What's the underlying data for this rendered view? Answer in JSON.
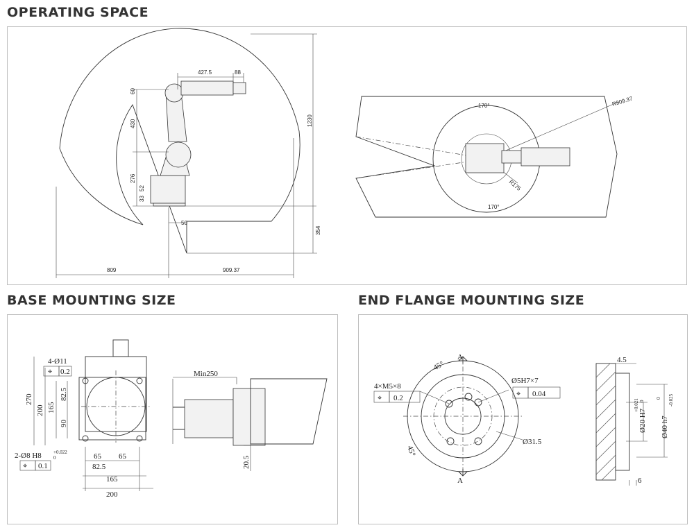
{
  "sections": {
    "operating_space": "OPERATING SPACE",
    "base_mounting": "BASE MOUNTING SIZE",
    "end_flange": "END FLANGE MOUNTING SIZE"
  },
  "operating_space": {
    "side_view": {
      "dim_427_5": "427.5",
      "dim_88": "88",
      "dim_60": "60",
      "dim_430": "430",
      "dim_1230": "1230",
      "dim_276": "276",
      "dim_52": "52",
      "dim_33": "33",
      "dim_50": "50",
      "dim_354": "354",
      "dim_809": "809",
      "dim_909_37": "909.37"
    },
    "top_view": {
      "angle_top": "170°",
      "angle_bottom": "170°",
      "radius_outer": "R909.37",
      "radius_inner": "R175"
    }
  },
  "base_mounting": {
    "holes_label": "4-Ø11",
    "holes_tol": "0.2",
    "pin_label": "2-Ø8 H8",
    "pin_tol_upper": "+0.022",
    "pin_tol_lower": "0",
    "pin_pos_tol": "0.1",
    "dim_270": "270",
    "dim_200_v": "200",
    "dim_165_v": "165",
    "dim_82_5_v": "82.5",
    "dim_90": "90",
    "dim_65_a": "65",
    "dim_65_b": "65",
    "dim_82_5_h": "82.5",
    "dim_165_h": "165",
    "dim_200_h": "200",
    "min_label": "Min250",
    "dim_20_5": "20.5"
  },
  "end_flange": {
    "section_mark_top": "A",
    "section_mark_bottom": "A",
    "angle_top": "45°",
    "angle_bottom": "45°",
    "screw_label": "4×M5×8",
    "screw_tol": "0.2",
    "pin_label": "Ø5H7×7",
    "pin_tol": "0.04",
    "pcd": "Ø31.5",
    "dim_4_5": "4.5",
    "bore": "Ø20 H7",
    "bore_tol_upper": "+0.021",
    "bore_tol_lower": "0",
    "shaft": "Ø40 h7",
    "shaft_tol_upper": "0",
    "shaft_tol_lower": "-0.025",
    "dim_6": "6"
  }
}
